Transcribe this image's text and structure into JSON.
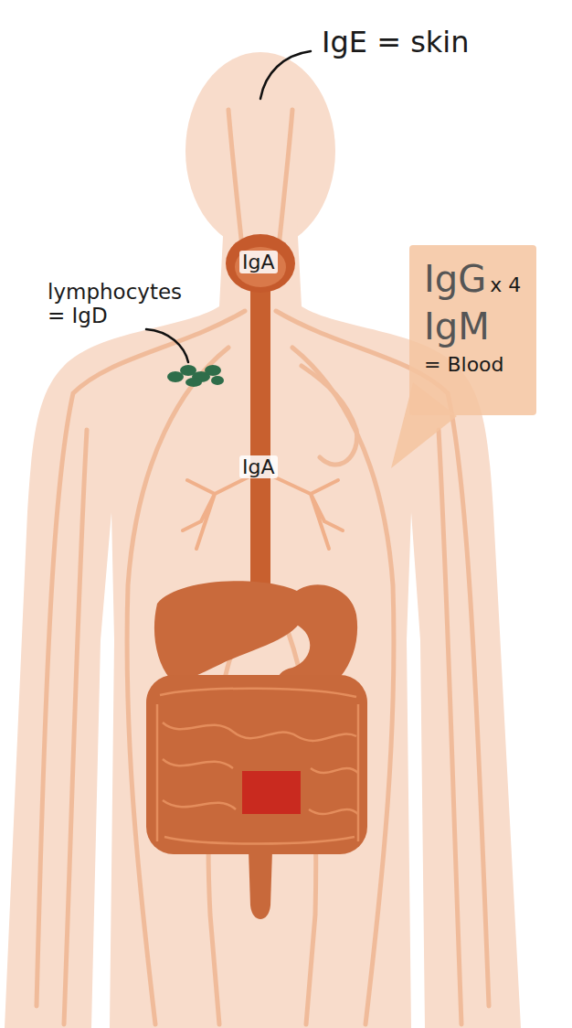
{
  "diagram": {
    "nodes": [
      {
        "text": [
          "IgG",
          "x 4",
          "IgM",
          "= Blood"
        ]
      }
    ],
    "labels": [
      "IgE = skin",
      "IgA",
      "lymphocytes = IgD",
      "IgA"
    ]
  }
}
